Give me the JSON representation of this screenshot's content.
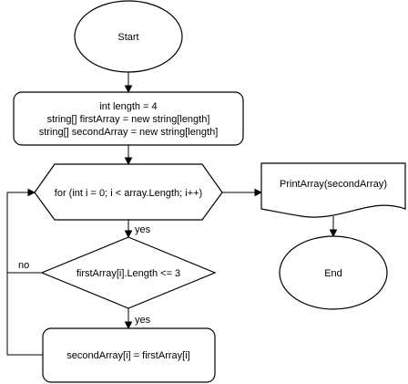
{
  "diagram": {
    "nodes": {
      "start": {
        "label": "Start",
        "shape": "ellipse"
      },
      "init": {
        "shape": "rounded-rectangle",
        "lines": [
          "int length = 4",
          "string[] firstArray = new string[length]",
          "string[] secondArray = new string[length]"
        ]
      },
      "loop": {
        "label": "for (int i = 0; i < array.Length; i++)",
        "shape": "hexagon"
      },
      "condition": {
        "label": "firstArray[i].Length <= 3",
        "shape": "diamond"
      },
      "assign": {
        "label": "secondArray[i] = firstArray[i]",
        "shape": "rounded-rectangle"
      },
      "print": {
        "label": "PrintArray(secondArray)",
        "shape": "document"
      },
      "end": {
        "label": "End",
        "shape": "ellipse"
      }
    },
    "edges": [
      {
        "from": "start",
        "to": "init",
        "label": ""
      },
      {
        "from": "init",
        "to": "loop",
        "label": ""
      },
      {
        "from": "loop",
        "to": "condition",
        "label": "yes"
      },
      {
        "from": "condition",
        "to": "assign",
        "label": "yes"
      },
      {
        "from": "condition",
        "to": "loop",
        "label": "no"
      },
      {
        "from": "assign",
        "to": "loop",
        "label": ""
      },
      {
        "from": "loop",
        "to": "print",
        "label": ""
      },
      {
        "from": "print",
        "to": "end",
        "label": ""
      }
    ],
    "stroke_color": "#000000",
    "fill_color": "#ffffff"
  }
}
